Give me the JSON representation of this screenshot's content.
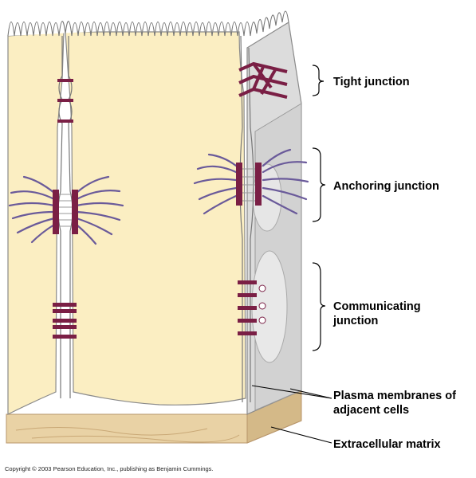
{
  "labels": {
    "tight_junction": "Tight junction",
    "anchoring_junction": "Anchoring junction",
    "communicating_line1": "Communicating",
    "communicating_line2": "junction",
    "plasma_line1": "Plasma membranes of",
    "plasma_line2": "adjacent cells",
    "extracellular_matrix": "Extracellular matrix"
  },
  "copyright": "Copyright © 2003 Pearson Education, Inc., publishing as Benjamin Cummings.",
  "colors": {
    "cytoplasm": "#fbeec2",
    "membrane": "#8a8a8a",
    "side_cell": "#dcdcdc",
    "junction_protein": "#7a1f45",
    "filament": "#6a5a9a",
    "matrix": "#e9d2a5"
  }
}
